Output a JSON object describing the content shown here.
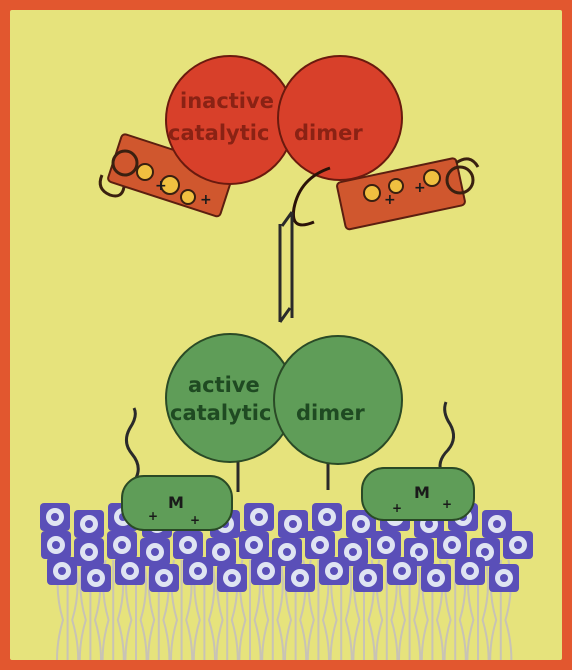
{
  "figure": {
    "inactive_label": {
      "line1": "inactive",
      "line2_left": "catalytic",
      "line2_right": "dimer"
    },
    "active_label": {
      "line1": "active",
      "line2_left": "catalytic",
      "line2_right": "dimer"
    },
    "colors": {
      "border": "#e2572f",
      "background": "#e6e37c",
      "inactive_domain": "#d8402a",
      "active_domain": "#5f9d58",
      "membrane_headgroup": "#5a4fb8",
      "membrane_center": "#dfe4f2",
      "lipid_tail": "#c8c3b5"
    },
    "equilibrium_symbol": "reversible-arrows-icon"
  }
}
